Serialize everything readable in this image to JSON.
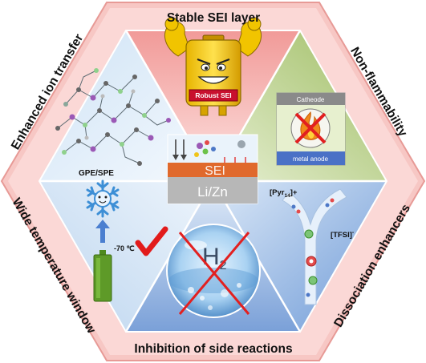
{
  "labels": {
    "top": "Stable SEI  layer",
    "top_right": "Non-flammability",
    "bottom_right": "Dissociation enhancers",
    "bottom": "Inhibition of side reactions",
    "bottom_left": "Wide temperature window",
    "top_left": "Enhanced ion transfer"
  },
  "insets": {
    "battery_badge": "Robust SEI",
    "cathode_label": "Catheode",
    "anode_label": "metal anode",
    "polymer_label": "GPE/SPE",
    "cation_label": "[Pyr",
    "cation_sub": "14",
    "cation_sup": "]+",
    "anion_label": "[TFSI]",
    "anion_sup": "-",
    "temperature": "-70 ℃",
    "h2_label": "H",
    "h2_sub": "2"
  },
  "center": {
    "sei": "SEI",
    "electrode": "Li/Zn"
  },
  "colors": {
    "outer_red": "#f6b7b4",
    "outer_pink": "#fbd8d6",
    "top_sector": "#f4a9a6",
    "right_sector": "#b9cf8b",
    "blue_sector": "#a9c6ea",
    "light_sector": "#d9e9f7",
    "sei_orange": "#e0692c",
    "electrode_gray": "#b7b7b7"
  }
}
